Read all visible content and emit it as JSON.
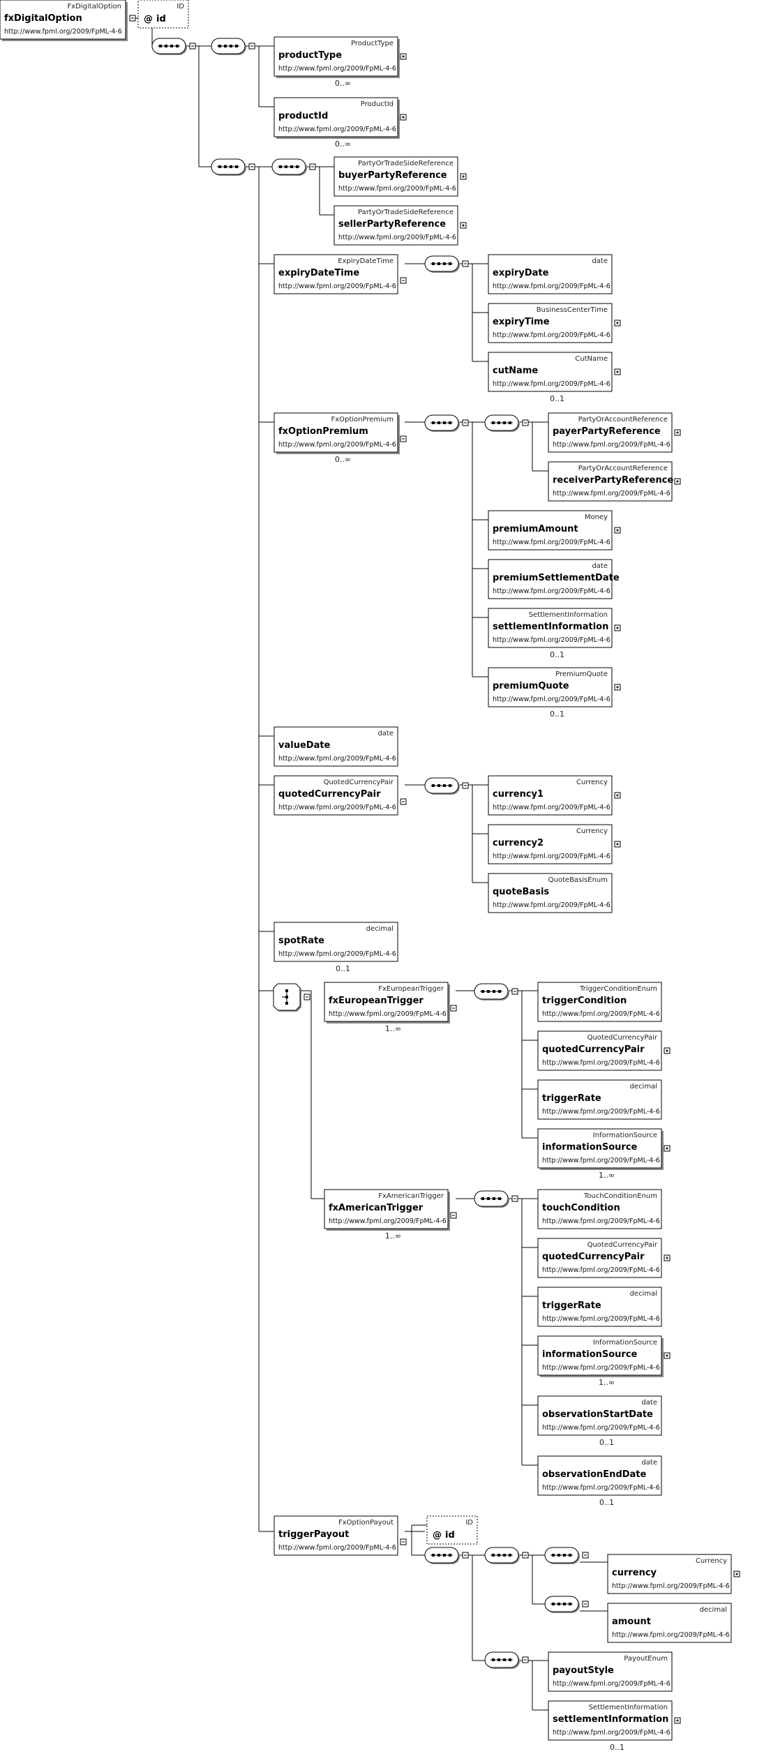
{
  "namespace": "http://www.fpml.org/2009/FpML-4-6",
  "root": {
    "type": "FxDigitalOption",
    "name": "fxDigitalOption"
  },
  "attributes": [
    {
      "id": "attr-root-id",
      "type": "ID",
      "name": "id"
    },
    {
      "id": "attr-payout-id",
      "type": "ID",
      "name": "id"
    }
  ],
  "nodes": [
    {
      "id": "productType",
      "type": "ProductType",
      "name": "productType",
      "expand": true,
      "occ": "0..∞"
    },
    {
      "id": "productId",
      "type": "ProductId",
      "name": "productId",
      "expand": true,
      "occ": "0..∞"
    },
    {
      "id": "buyerPartyReference",
      "type": "PartyOrTradeSideReference",
      "name": "buyerPartyReference",
      "expand": true
    },
    {
      "id": "sellerPartyReference",
      "type": "PartyOrTradeSideReference",
      "name": "sellerPartyReference",
      "expand": true
    },
    {
      "id": "expiryDateTime",
      "type": "ExpiryDateTime",
      "name": "expiryDateTime",
      "collapse": true
    },
    {
      "id": "expiryDate",
      "type": "date",
      "name": "expiryDate"
    },
    {
      "id": "expiryTime",
      "type": "BusinessCenterTime",
      "name": "expiryTime",
      "expand": true
    },
    {
      "id": "cutName",
      "type": "CutName",
      "name": "cutName",
      "expand": true,
      "occ": "0..1"
    },
    {
      "id": "fxOptionPremium",
      "type": "FxOptionPremium",
      "name": "fxOptionPremium",
      "collapse": true,
      "occ": "0..∞"
    },
    {
      "id": "payerPartyReference",
      "type": "PartyOrAccountReference",
      "name": "payerPartyReference",
      "expand": true
    },
    {
      "id": "receiverPartyReference",
      "type": "PartyOrAccountReference",
      "name": "receiverPartyReference",
      "expand": true
    },
    {
      "id": "premiumAmount",
      "type": "Money",
      "name": "premiumAmount",
      "expand": true
    },
    {
      "id": "premiumSettlementDate",
      "type": "date",
      "name": "premiumSettlementDate"
    },
    {
      "id": "settlementInformation1",
      "type": "SettlementInformation",
      "name": "settlementInformation",
      "expand": true,
      "occ": "0..1"
    },
    {
      "id": "premiumQuote",
      "type": "PremiumQuote",
      "name": "premiumQuote",
      "expand": true,
      "occ": "0..1"
    },
    {
      "id": "valueDate",
      "type": "date",
      "name": "valueDate"
    },
    {
      "id": "quotedCurrencyPair",
      "type": "QuotedCurrencyPair",
      "name": "quotedCurrencyPair",
      "collapse": true
    },
    {
      "id": "currency1",
      "type": "Currency",
      "name": "currency1",
      "expand": true
    },
    {
      "id": "currency2",
      "type": "Currency",
      "name": "currency2",
      "expand": true
    },
    {
      "id": "quoteBasis",
      "type": "QuoteBasisEnum",
      "name": "quoteBasis"
    },
    {
      "id": "spotRate",
      "type": "decimal",
      "name": "spotRate",
      "occ": "0..1"
    },
    {
      "id": "fxEuropeanTrigger",
      "type": "FxEuropeanTrigger",
      "name": "fxEuropeanTrigger",
      "collapse": true,
      "occ": "1..∞"
    },
    {
      "id": "triggerCondition",
      "type": "TriggerConditionEnum",
      "name": "triggerCondition"
    },
    {
      "id": "quotedCurrencyPair2",
      "type": "QuotedCurrencyPair",
      "name": "quotedCurrencyPair",
      "expand": true
    },
    {
      "id": "triggerRate1",
      "type": "decimal",
      "name": "triggerRate"
    },
    {
      "id": "informationSource1",
      "type": "InformationSource",
      "name": "informationSource",
      "expand": true,
      "occ": "1..∞"
    },
    {
      "id": "fxAmericanTrigger",
      "type": "FxAmericanTrigger",
      "name": "fxAmericanTrigger",
      "collapse": true,
      "occ": "1..∞"
    },
    {
      "id": "touchCondition",
      "type": "TouchConditionEnum",
      "name": "touchCondition"
    },
    {
      "id": "quotedCurrencyPair3",
      "type": "QuotedCurrencyPair",
      "name": "quotedCurrencyPair",
      "expand": true
    },
    {
      "id": "triggerRate2",
      "type": "decimal",
      "name": "triggerRate"
    },
    {
      "id": "informationSource2",
      "type": "InformationSource",
      "name": "informationSource",
      "expand": true,
      "occ": "1..∞"
    },
    {
      "id": "observationStartDate",
      "type": "date",
      "name": "observationStartDate",
      "occ": "0..1"
    },
    {
      "id": "observationEndDate",
      "type": "date",
      "name": "observationEndDate",
      "occ": "0..1"
    },
    {
      "id": "triggerPayout",
      "type": "FxOptionPayout",
      "name": "triggerPayout",
      "collapse": true
    },
    {
      "id": "currency",
      "type": "Currency",
      "name": "currency",
      "expand": true
    },
    {
      "id": "amount",
      "type": "decimal",
      "name": "amount"
    },
    {
      "id": "payoutStyle",
      "type": "PayoutEnum",
      "name": "payoutStyle"
    },
    {
      "id": "settlementInformation2",
      "type": "SettlementInformation",
      "name": "settlementInformation",
      "expand": true,
      "occ": "0..1"
    }
  ]
}
